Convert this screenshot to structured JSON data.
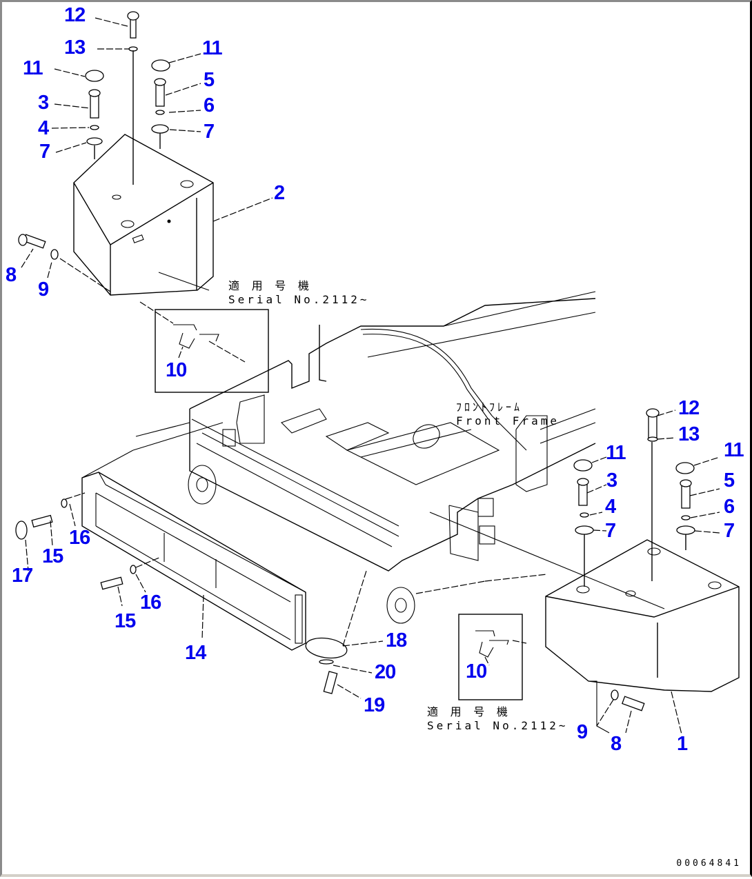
{
  "diagram": {
    "type": "exploded-parts-diagram",
    "subject": "Front frame counterweights and cover",
    "callouts": [
      {
        "id": "c12a",
        "label": "12"
      },
      {
        "id": "c13a",
        "label": "13"
      },
      {
        "id": "c11a",
        "label": "11"
      },
      {
        "id": "c11b",
        "label": "11"
      },
      {
        "id": "c5a",
        "label": "5"
      },
      {
        "id": "c3a",
        "label": "3"
      },
      {
        "id": "c6a",
        "label": "6"
      },
      {
        "id": "c4a",
        "label": "4"
      },
      {
        "id": "c7a",
        "label": "7"
      },
      {
        "id": "c7b",
        "label": "7"
      },
      {
        "id": "c2",
        "label": "2"
      },
      {
        "id": "c8a",
        "label": "8"
      },
      {
        "id": "c9a",
        "label": "9"
      },
      {
        "id": "c10a",
        "label": "10"
      },
      {
        "id": "c12b",
        "label": "12"
      },
      {
        "id": "c13b",
        "label": "13"
      },
      {
        "id": "c11c",
        "label": "11"
      },
      {
        "id": "c11d",
        "label": "11"
      },
      {
        "id": "c3b",
        "label": "3"
      },
      {
        "id": "c5b",
        "label": "5"
      },
      {
        "id": "c4b",
        "label": "4"
      },
      {
        "id": "c6b",
        "label": "6"
      },
      {
        "id": "c7c",
        "label": "7"
      },
      {
        "id": "c7d",
        "label": "7"
      },
      {
        "id": "c16a",
        "label": "16"
      },
      {
        "id": "c15a",
        "label": "15"
      },
      {
        "id": "c17",
        "label": "17"
      },
      {
        "id": "c16b",
        "label": "16"
      },
      {
        "id": "c15b",
        "label": "15"
      },
      {
        "id": "c14",
        "label": "14"
      },
      {
        "id": "c18",
        "label": "18"
      },
      {
        "id": "c20",
        "label": "20"
      },
      {
        "id": "c19",
        "label": "19"
      },
      {
        "id": "c10b",
        "label": "10"
      },
      {
        "id": "c9b",
        "label": "9"
      },
      {
        "id": "c8b",
        "label": "8"
      },
      {
        "id": "c1",
        "label": "1"
      }
    ],
    "notes": {
      "serial_top": {
        "jp": "適 用 号 機",
        "en": "Serial No.2112~"
      },
      "serial_bottom": {
        "jp": "適 用 号 機",
        "en": "Serial No.2112~"
      },
      "front_frame": {
        "jp": "ﾌﾛﾝﾄﾌﾚｰﾑ",
        "en": "Front Frame"
      }
    },
    "document_number": "00064841",
    "colors": {
      "callout": "#0000ee",
      "line": "#000000",
      "background": "#ffffff"
    }
  }
}
